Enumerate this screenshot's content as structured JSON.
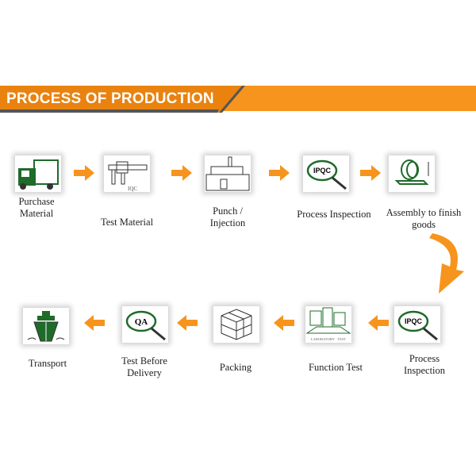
{
  "title": "PROCESS OF PRODUCTION",
  "colors": {
    "orange": "#f7941d",
    "dark_orange": "#ef8a10",
    "green": "#1e6b2a"
  },
  "steps_row1": [
    {
      "label1": "Purchase",
      "label2": "Material",
      "icon": "truck-icon"
    },
    {
      "label1": "Test Material",
      "label2": "",
      "icon": "caliper-icon",
      "icon_text": "IQC"
    },
    {
      "label1": "Punch /",
      "label2": "Injection",
      "icon": "injection-machine-icon"
    },
    {
      "label1": "Process Inspection",
      "label2": "",
      "icon": "magnifier-icon",
      "icon_text": "IPQC"
    },
    {
      "label1": "Assembly to finish",
      "label2": "goods",
      "icon": "assembly-icon"
    }
  ],
  "steps_row2": [
    {
      "label1": "Process",
      "label2": "Inspection",
      "icon": "magnifier-icon",
      "icon_text": "IPQC"
    },
    {
      "label1": "Function Test",
      "label2": "",
      "icon": "laboratory-icon",
      "icon_text": "LABORATORY · TEST"
    },
    {
      "label1": "Packing",
      "label2": "",
      "icon": "box-icon"
    },
    {
      "label1": "Test Before",
      "label2": "Delivery",
      "icon": "magnifier-icon",
      "icon_text": "QA"
    },
    {
      "label1": "Transport",
      "label2": "",
      "icon": "ship-icon"
    }
  ]
}
